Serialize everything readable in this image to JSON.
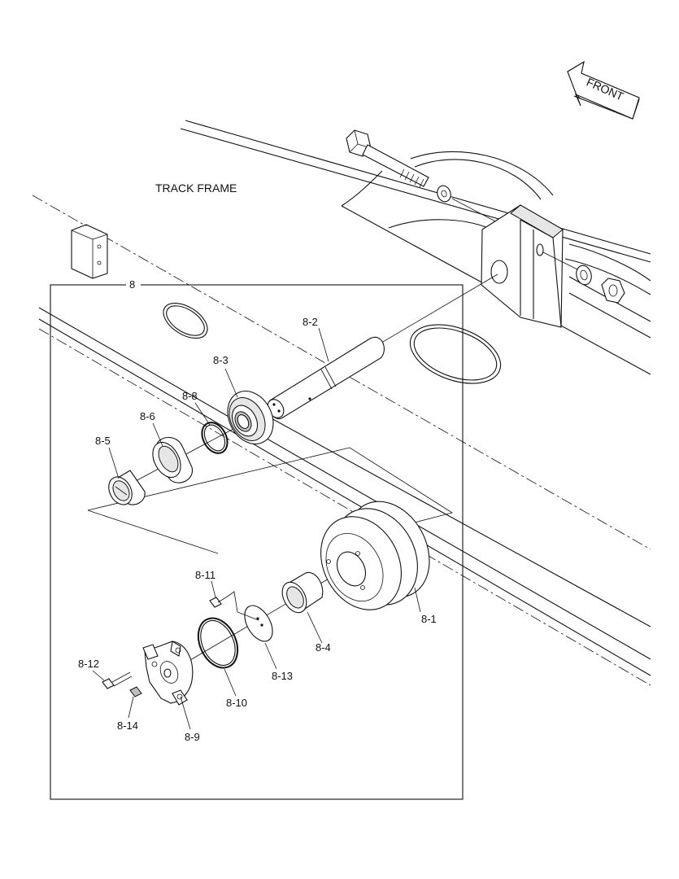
{
  "diagram": {
    "frame_label": "TRACK FRAME",
    "front_label": "FRONT",
    "group_label": "8",
    "parts": {
      "p8_1": "8-1",
      "p8_2": "8-2",
      "p8_3": "8-3",
      "p8_4": "8-4",
      "p8_5": "8-5",
      "p8_6": "8-6",
      "p8_8": "8-8",
      "p8_9": "8-9",
      "p8_10": "8-10",
      "p8_11": "8-11",
      "p8_12": "8-12",
      "p8_13": "8-13",
      "p8_14": "8-14"
    }
  }
}
